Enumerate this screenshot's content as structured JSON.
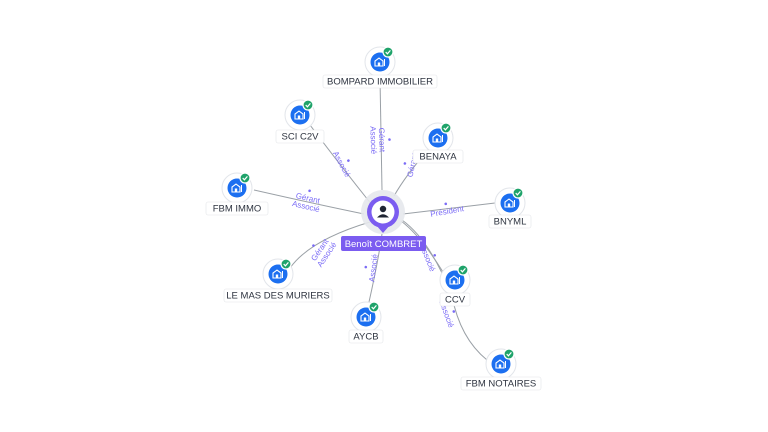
{
  "center": {
    "name": "Benoît COMBRET",
    "icon": "person-icon",
    "color": "#7b5cf0"
  },
  "colors": {
    "node": "#1c6ff0",
    "badge": "#1fa36a",
    "edge_label": "#7b6cf6"
  },
  "companies": [
    {
      "id": "bompard",
      "name": "BOMPARD IMMOBILIER",
      "roles": [
        "Gérant",
        "Associé"
      ]
    },
    {
      "id": "benaya",
      "name": "BENAYA",
      "roles": [
        "Gérant"
      ]
    },
    {
      "id": "bnyml",
      "name": "BNYML",
      "roles": [
        "Président"
      ]
    },
    {
      "id": "ccv",
      "name": "CCV",
      "roles": [
        "Associé"
      ]
    },
    {
      "id": "fbmnot",
      "name": "FBM NOTAIRES",
      "roles": [
        "Associé"
      ]
    },
    {
      "id": "aycb",
      "name": "AYCB",
      "roles": [
        "Associé"
      ]
    },
    {
      "id": "lemas",
      "name": "LE MAS DES MURIERS",
      "roles": [
        "Gérant",
        "Associé"
      ]
    },
    {
      "id": "fbmimmo",
      "name": "FBM IMMO",
      "roles": [
        "Gérant",
        "Associé"
      ]
    },
    {
      "id": "scic2v",
      "name": "SCI C2V",
      "roles": [
        "Associé"
      ]
    }
  ],
  "node_icon": "building-icon",
  "badge_icon": "check-icon"
}
